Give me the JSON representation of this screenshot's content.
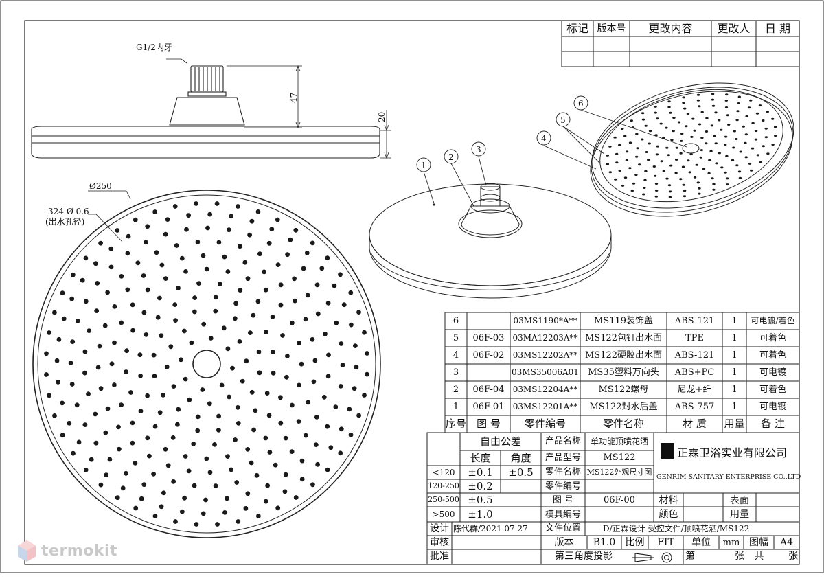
{
  "revision_table": {
    "headers": [
      "标记",
      "版本号",
      "更改内容",
      "更改人",
      "日 期"
    ]
  },
  "annotations": {
    "thread": "G1/2内牙",
    "height_47": "47",
    "height_20": "20",
    "diameter": "Ø250",
    "holes": "324-Ø 0.6",
    "holes_note": "(出水孔径)",
    "callouts": [
      "1",
      "2",
      "3",
      "4",
      "5",
      "6"
    ]
  },
  "bom": {
    "rows": [
      {
        "seq": "6",
        "drawing_no": "",
        "part_no": "03MS1190*A**",
        "name": "MS119装饰盖",
        "material": "ABS-121",
        "qty": "1",
        "remark": "可电镀/着色"
      },
      {
        "seq": "5",
        "drawing_no": "06F-03",
        "part_no": "03MA12203A**",
        "name": "MS122包钉出水面",
        "material": "TPE",
        "qty": "1",
        "remark": "可着色"
      },
      {
        "seq": "4",
        "drawing_no": "06F-02",
        "part_no": "03MS12202A**",
        "name": "MS122硬胶出水面",
        "material": "ABS-121",
        "qty": "1",
        "remark": "可着色"
      },
      {
        "seq": "3",
        "drawing_no": "",
        "part_no": "03MS35006A01",
        "name": "MS35塑料万向头",
        "material": "ABS+PC",
        "qty": "1",
        "remark": "可电镀"
      },
      {
        "seq": "2",
        "drawing_no": "06F-04",
        "part_no": "03MS12204A**",
        "name": "MS122螺母",
        "material": "尼龙+纤",
        "qty": "1",
        "remark": "可着色"
      },
      {
        "seq": "1",
        "drawing_no": "06F-01",
        "part_no": "03MS12201A**",
        "name": "MS122封水后盖",
        "material": "ABS-757",
        "qty": "1",
        "remark": "可电镀"
      }
    ],
    "header": {
      "seq": "序号",
      "drawing_no": "图 号",
      "part_no": "零件编号",
      "name": "零件名称",
      "material": "材 质",
      "qty": "用量",
      "remark": "备 注"
    }
  },
  "title_block": {
    "tolerance_title": "自由公差",
    "length": "长度",
    "angle": "角度",
    "tol_rows": [
      {
        "range": "<120",
        "len": "±0.1",
        "ang": "±0.5"
      },
      {
        "range": "120-250",
        "len": "±0.2",
        "ang": ""
      },
      {
        "range": "250-500",
        "len": "±0.5",
        "ang": ""
      },
      {
        "range": ">500",
        "len": "±1.0",
        "ang": ""
      }
    ],
    "product_name_label": "产品名称",
    "product_name": "单功能顶喷花洒",
    "product_model_label": "产品型号",
    "product_model": "MS122",
    "part_name_label": "零件名称",
    "part_name": "MS122外观尺寸图",
    "part_no_label": "零件编号",
    "part_no": "",
    "drawing_no_label": "图 号",
    "drawing_no": "06F-00",
    "mold_no_label": "模具编号",
    "mold_no": "",
    "company_cn": "正霖卫浴实业有限公司",
    "company_en": "GENRIM SANITARY ENTERPRISE CO.,LTD",
    "material_label": "材料",
    "surface_label": "表面",
    "color_label": "颜色",
    "usage_label": "用量",
    "design_label": "设计",
    "designer": "陈代群/2021.07.27",
    "file_loc_label": "文件位置",
    "file_loc": "D/正霖设计-受控文件/顶喷花洒/MS122",
    "review_label": "审核",
    "version_label": "版本",
    "version": "B1.0",
    "scale_label": "比例",
    "scale": "FIT",
    "unit_label": "单位",
    "unit": "mm",
    "sheet_label": "图幅",
    "sheet": "A4",
    "approve_label": "批准",
    "projection": "第三角度投影",
    "page_no_label": "第",
    "page_total_label": "张 共",
    "page_end_label": "张"
  },
  "watermark": "termokit"
}
